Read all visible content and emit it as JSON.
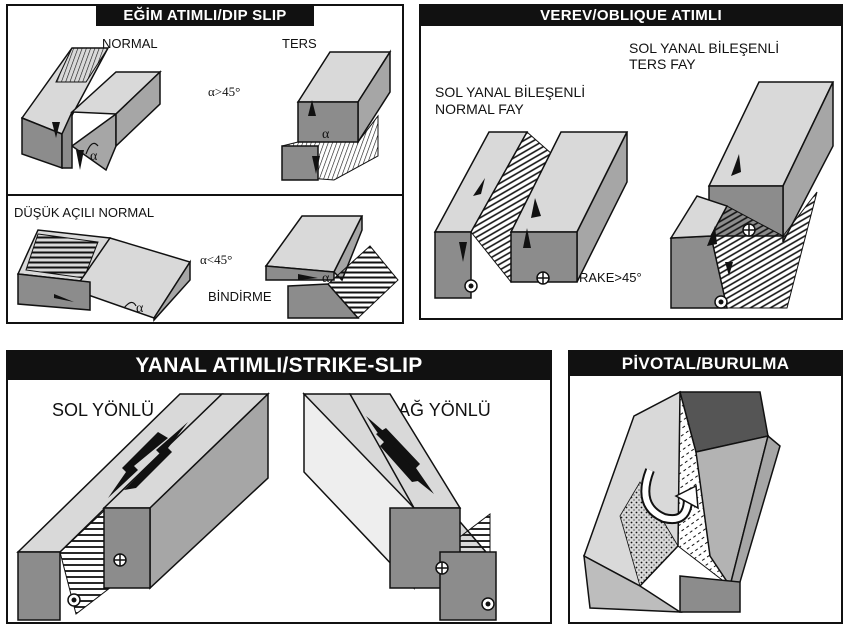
{
  "panels": {
    "dip_slip": {
      "title": "EĞİM ATIMLI/DIP SLIP",
      "normal_label": "NORMAL",
      "reverse_label": "TERS",
      "angle_gt": "α>45°",
      "low_angle_label": "DÜŞÜK AÇILI NORMAL",
      "thrust_label": "BİNDİRME",
      "angle_lt": "α<45°",
      "alpha": "α"
    },
    "oblique": {
      "title": "VEREV/OBLIQUE ATIMLI",
      "left_lateral_normal_line1": "SOL YANAL BİLEŞENLİ",
      "left_lateral_normal_line2": "NORMAL FAY",
      "left_lateral_reverse_line1": "SOL YANAL BİLEŞENLİ",
      "left_lateral_reverse_line2": "TERS FAY",
      "rake_label": "RAKE>45°"
    },
    "strike_slip": {
      "title": "YANAL ATIMLI/STRIKE-SLIP",
      "left_lateral": "SOL YÖNLÜ",
      "right_lateral": "SAĞ YÖNLÜ"
    },
    "pivotal": {
      "title": "PİVOTAL/BURULMA"
    }
  },
  "colors": {
    "block_top": "#d9d9d9",
    "block_side": "#a6a6a6",
    "block_front": "#8c8c8c",
    "ink": "#111111",
    "title_bg": "#111111",
    "title_fg": "#ffffff"
  },
  "icons": [
    "toward-viewer-dot-icon",
    "away-from-viewer-cross-icon",
    "slip-arrow-icon",
    "rotation-arrow-icon"
  ]
}
